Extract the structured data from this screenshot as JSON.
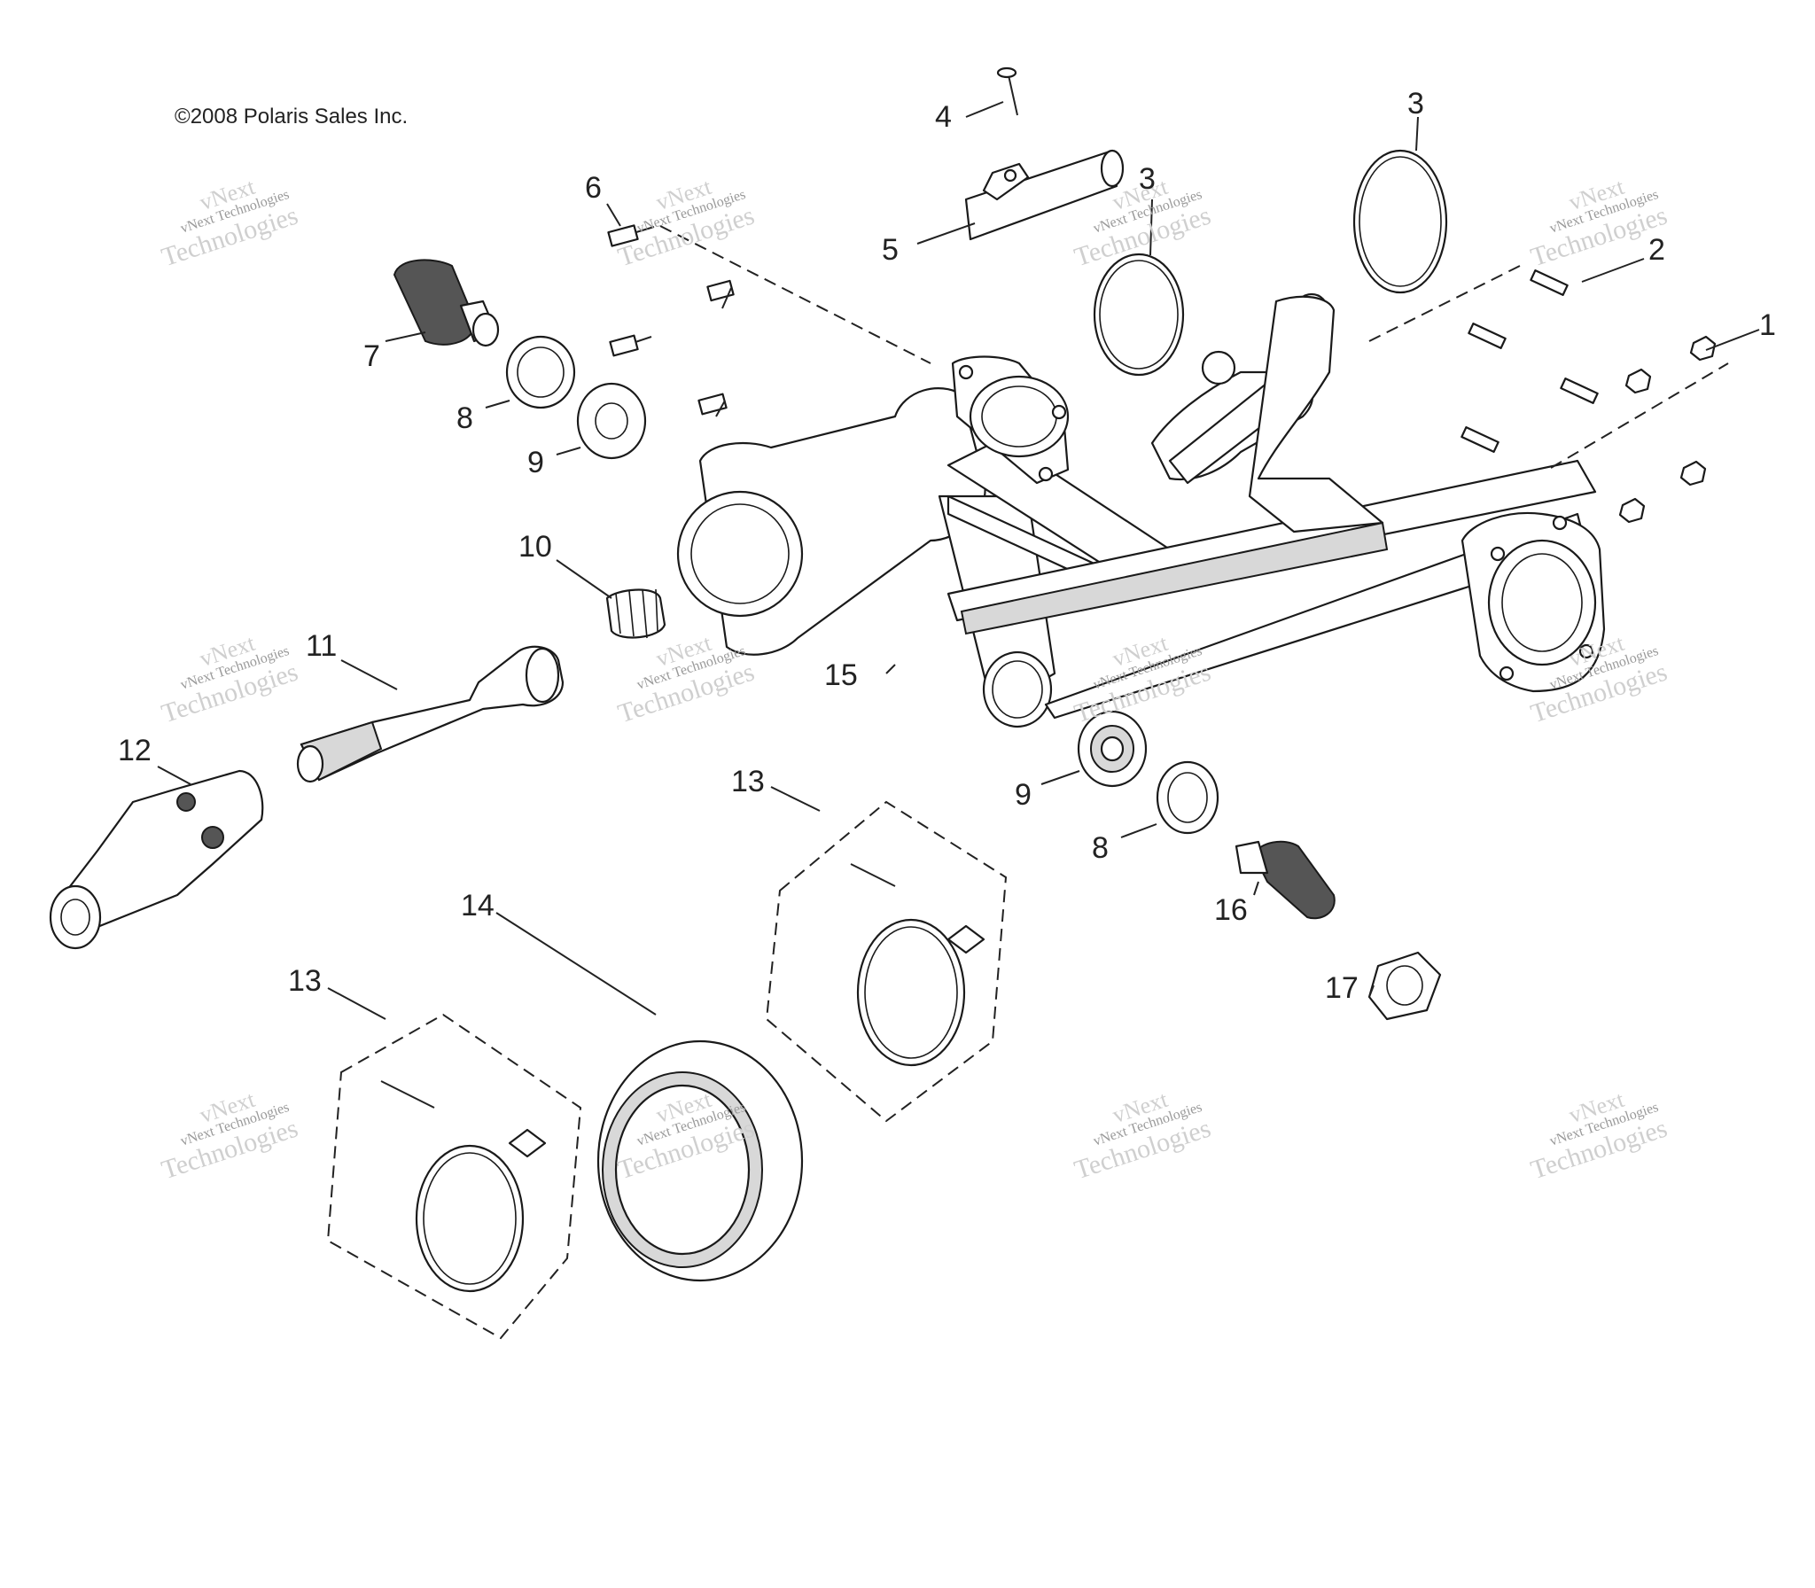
{
  "copyright": "2008 Polaris Sales Inc.",
  "copyright_symbol": "©",
  "watermark": {
    "brand": "vNext",
    "line": "vNext Technologies",
    "word": "Technologies"
  },
  "callouts": [
    {
      "id": "1",
      "label": "1"
    },
    {
      "id": "2",
      "label": "2"
    },
    {
      "id": "3a",
      "label": "3"
    },
    {
      "id": "3b",
      "label": "3"
    },
    {
      "id": "4",
      "label": "4"
    },
    {
      "id": "5",
      "label": "5"
    },
    {
      "id": "6",
      "label": "6"
    },
    {
      "id": "7",
      "label": "7"
    },
    {
      "id": "8a",
      "label": "8"
    },
    {
      "id": "8b",
      "label": "8"
    },
    {
      "id": "9a",
      "label": "9"
    },
    {
      "id": "9b",
      "label": "9"
    },
    {
      "id": "10",
      "label": "10"
    },
    {
      "id": "11",
      "label": "11"
    },
    {
      "id": "12",
      "label": "12"
    },
    {
      "id": "13a",
      "label": "13"
    },
    {
      "id": "13b",
      "label": "13"
    },
    {
      "id": "14",
      "label": "14"
    },
    {
      "id": "15",
      "label": "15"
    },
    {
      "id": "16",
      "label": "16"
    },
    {
      "id": "17",
      "label": "17"
    }
  ]
}
